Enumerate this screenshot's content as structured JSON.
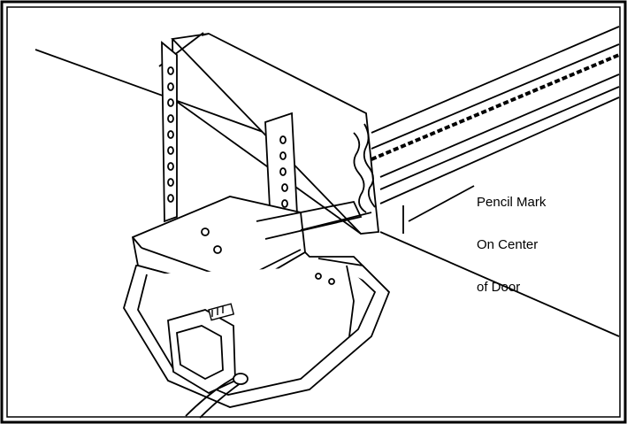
{
  "callout": {
    "line1": "Pencil Mark",
    "line2": "On Center",
    "line3": "of Door"
  },
  "colors": {
    "ink": "#000000",
    "paper": "#ffffff"
  }
}
